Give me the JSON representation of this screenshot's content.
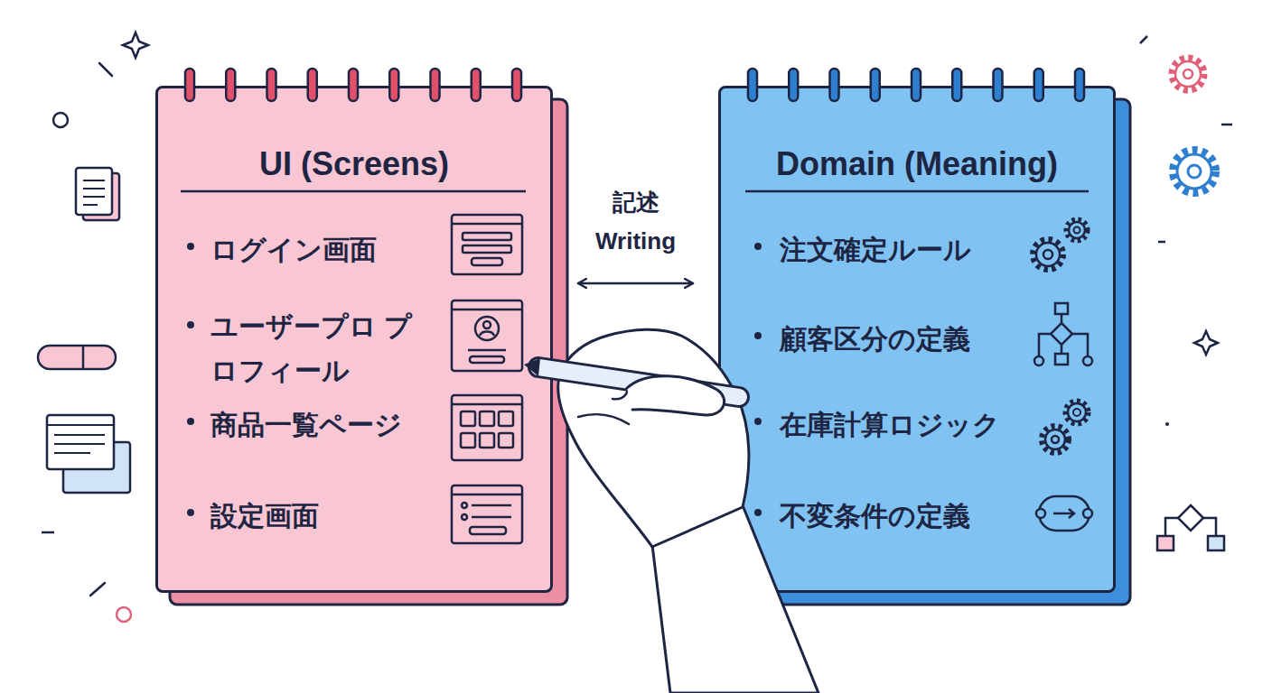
{
  "diagram": {
    "nodes": [
      {
        "text": [
          "UI (Screens)",
          "ログイン画面",
          "ユーザープロ プロフィール",
          "商品一覧ページ",
          "設定画面"
        ]
      },
      {
        "text": [
          "Domain (Meaning)",
          "注文確定ルール",
          "顧客区分の定義",
          "在庫計算ロジック",
          "不変条件の定義"
        ]
      }
    ],
    "edges": [
      {
        "from": 0,
        "to": 1,
        "label": "記述 Writing",
        "arrow": "both"
      }
    ]
  }
}
